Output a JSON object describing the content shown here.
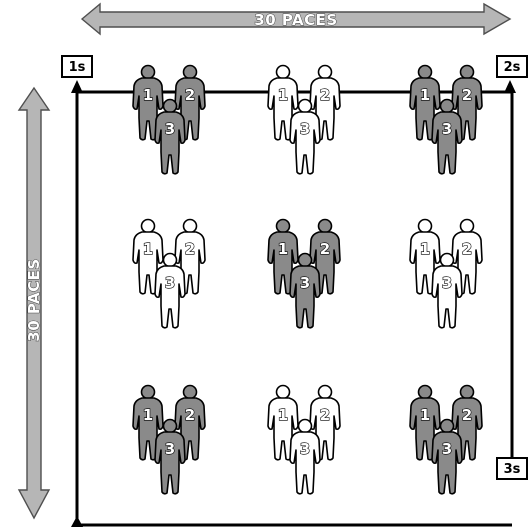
{
  "top_arrow_label": "30 PACES",
  "side_arrow_label": "30 PACES",
  "corners": [
    {
      "label": "1s"
    },
    {
      "label": "2s"
    },
    {
      "label": "3s"
    }
  ],
  "colors": {
    "dark_figure": "#8a8a8a",
    "light_figure": "#ffffff",
    "arrow_fill": "#b6b6b6",
    "square_line": "#000000"
  },
  "groups": [
    {
      "row": 1,
      "col": 1,
      "shade": "dark",
      "numbers": [
        "1",
        "2",
        "3"
      ]
    },
    {
      "row": 1,
      "col": 2,
      "shade": "light",
      "numbers": [
        "1",
        "2",
        "3"
      ]
    },
    {
      "row": 1,
      "col": 3,
      "shade": "dark",
      "numbers": [
        "1",
        "2",
        "3"
      ]
    },
    {
      "row": 2,
      "col": 1,
      "shade": "light",
      "numbers": [
        "1",
        "2",
        "3"
      ]
    },
    {
      "row": 2,
      "col": 2,
      "shade": "dark",
      "numbers": [
        "1",
        "2",
        "3"
      ]
    },
    {
      "row": 2,
      "col": 3,
      "shade": "light",
      "numbers": [
        "1",
        "2",
        "3"
      ]
    },
    {
      "row": 3,
      "col": 1,
      "shade": "dark",
      "numbers": [
        "1",
        "2",
        "3"
      ]
    },
    {
      "row": 3,
      "col": 2,
      "shade": "light",
      "numbers": [
        "1",
        "2",
        "3"
      ]
    },
    {
      "row": 3,
      "col": 3,
      "shade": "dark",
      "numbers": [
        "1",
        "2",
        "3"
      ]
    }
  ]
}
